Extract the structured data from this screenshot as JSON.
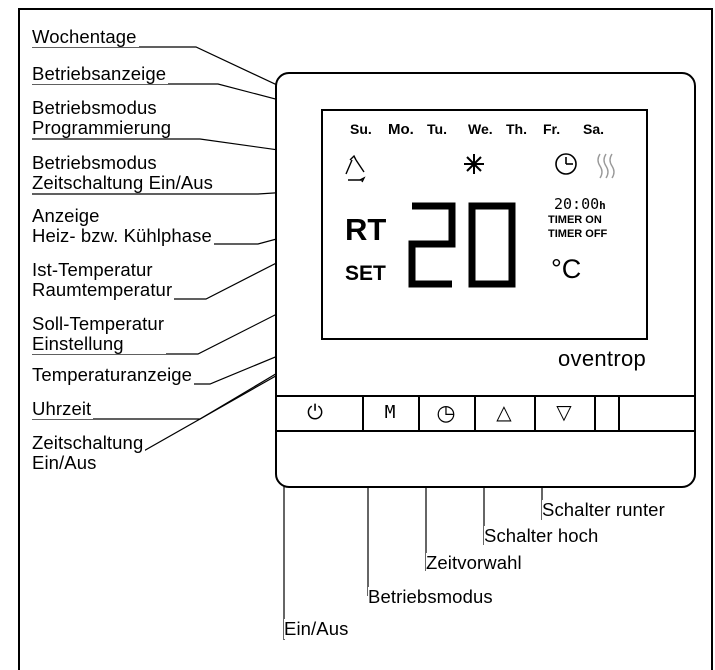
{
  "labels": {
    "wochentage": "Wochentage",
    "betriebsanzeige": "Betriebsanzeige",
    "prog": [
      "Betriebsmodus",
      "Programmierung"
    ],
    "zeitschaltung_mode": [
      "Betriebsmodus",
      "Zeitschaltung Ein/Aus"
    ],
    "anzeige": [
      "Anzeige",
      "Heiz- bzw. Kühlphase"
    ],
    "ist": [
      "Ist-Temperatur",
      "Raumtemperatur"
    ],
    "soll": [
      "Soll-Temperatur",
      "Einstellung"
    ],
    "temperaturanzeige": "Temperaturanzeige",
    "uhrzeit": "Uhrzeit",
    "zeitschaltung": [
      "Zeitschaltung",
      "Ein/Aus"
    ],
    "schalter_runter": "Schalter runter",
    "schalter_hoch": "Schalter hoch",
    "zeitvorwahl": "Zeitvorwahl",
    "betriebsmodus": "Betriebsmodus",
    "ein_aus": "Ein/Aus"
  },
  "display": {
    "days": [
      "Su.",
      "Mo.",
      "Tu.",
      "We.",
      "Th.",
      "Fr.",
      "Sa."
    ],
    "rt": "RT",
    "set": "SET",
    "temp_digits": "20",
    "time": "20:00",
    "time_suffix": "h",
    "timer_on": "TIMER ON",
    "timer_off": "TIMER OFF",
    "unit": "°C",
    "brand": "oventrop"
  },
  "buttons": [
    {
      "icon": "power-icon",
      "glyph": "⏻"
    },
    {
      "icon": "mode-m-icon",
      "glyph": "M"
    },
    {
      "icon": "clock-icon",
      "glyph": "◷"
    },
    {
      "icon": "up-triangle-icon",
      "glyph": "△"
    },
    {
      "icon": "down-triangle-icon",
      "glyph": "▽"
    }
  ]
}
